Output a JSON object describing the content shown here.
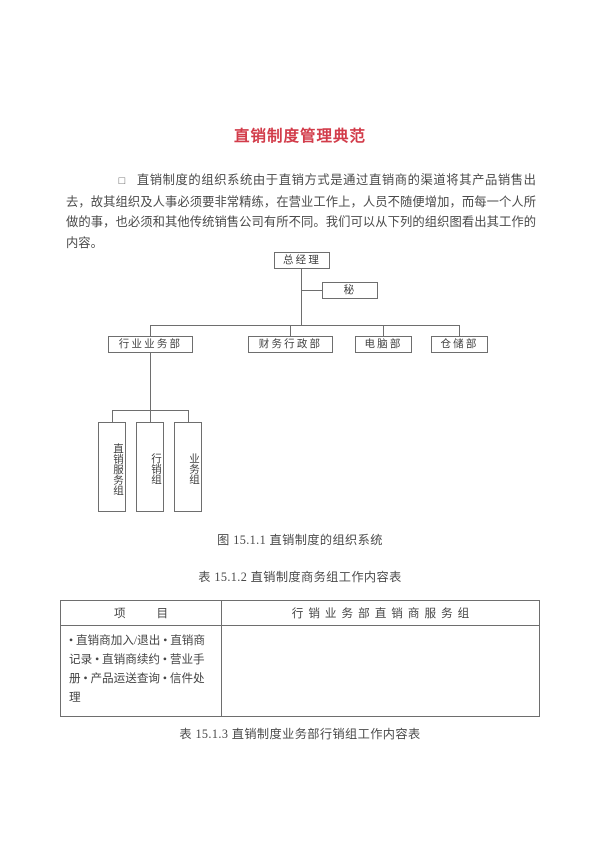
{
  "document": {
    "title": "直销制度管理典范",
    "title_color": "#d23c4a"
  },
  "paragraph": {
    "marker": "□",
    "text": "直销制度的组织系统由于直销方式是通过直销商的渠道将其产品销售出去，故其组织及人事必须要非常精练，在营业工作上，人员不随便增加，而每一个人所做的事，也必须和其他传统销售公司有所不同。我们可以从下列的组织图看出其工作的内容。"
  },
  "org_chart": {
    "top_node": "总经理",
    "assistant_node": "秘",
    "departments": [
      "行业业务部",
      "财务行政部",
      "电脑部",
      "仓储部"
    ],
    "sub_groups": [
      "直销服务组",
      "行销组",
      "业务组"
    ]
  },
  "figure_caption": "图 15.1.1  直销制度的组织系统",
  "table_caption_2": "表 15.1.2  直销制度商务组工作内容表",
  "table_caption_3": "表 15.1.3  直销制度业务部行销组工作内容表",
  "table": {
    "headers": {
      "col1": "项 目",
      "col2": "行销业务部直销商服务组"
    },
    "body_items": "• 直销商加入/退出 • 直销商记录 • 直销商续约 • 营业手册 • 产品运送查询 • 信件处理"
  }
}
